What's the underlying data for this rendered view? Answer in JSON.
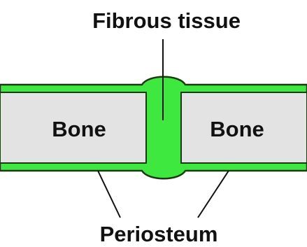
{
  "labels": {
    "top": "Fibrous tissue",
    "left_bone": "Bone",
    "right_bone": "Bone",
    "bottom": "Periosteum"
  },
  "colors": {
    "periosteum": "#3ee83e",
    "periosteum_outline": "#1c3a12",
    "bone": "#e3e3e3",
    "text": "#111111",
    "leader_line": "#111111"
  }
}
